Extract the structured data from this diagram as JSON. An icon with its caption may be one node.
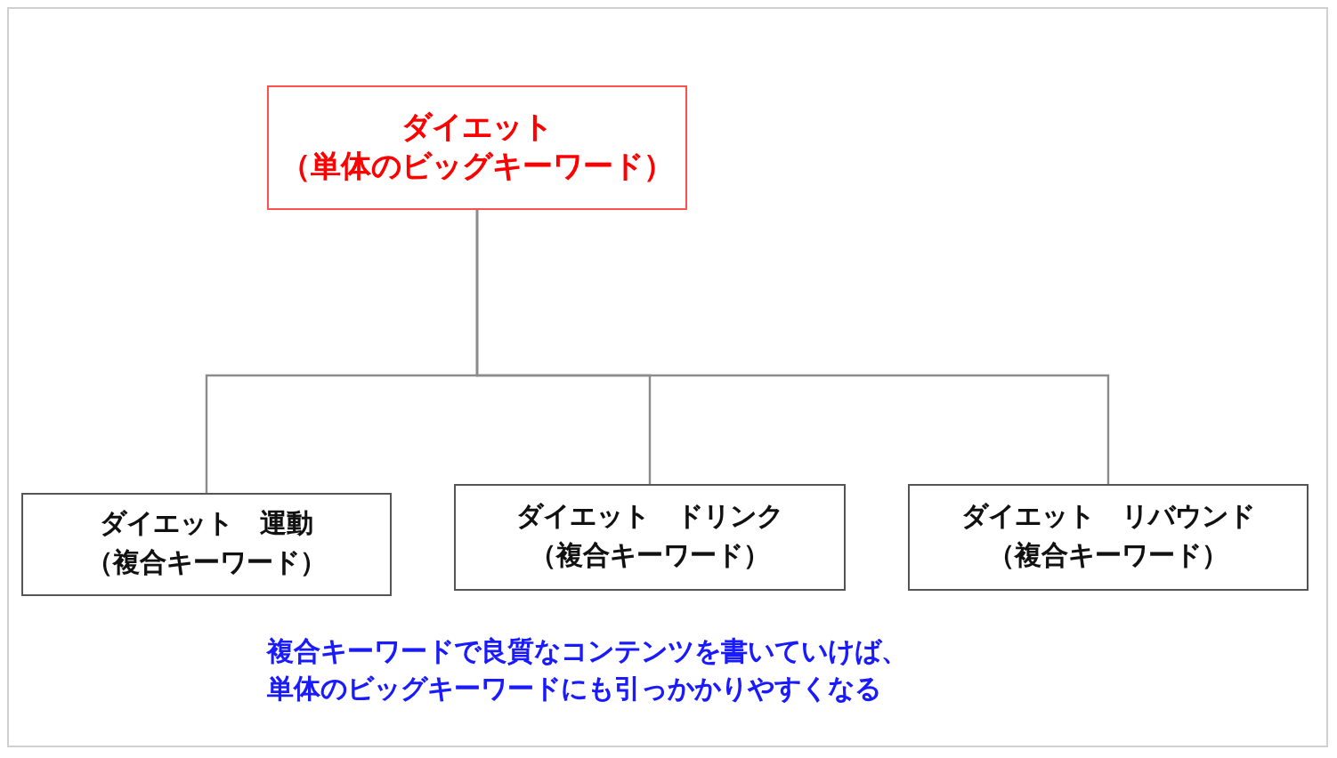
{
  "diagram": {
    "nodes": [
      {
        "text": [
          "ダイエット",
          "（単体のビッグキーワード）"
        ]
      },
      {
        "text": [
          "ダイエット　運動",
          "（複合キーワード）"
        ]
      },
      {
        "text": [
          "ダイエット　ドリンク",
          "（複合キーワード）"
        ]
      },
      {
        "text": [
          "ダイエット　リバウンド",
          "（複合キーワード）"
        ]
      }
    ],
    "edges": [
      {
        "from": 0,
        "to": 1,
        "arrow": "none"
      },
      {
        "from": 0,
        "to": 2,
        "arrow": "none"
      },
      {
        "from": 0,
        "to": 3,
        "arrow": "none"
      }
    ],
    "labels": [
      "複合キーワードで良質なコンテンツを書いていけば、単体のビッグキーワードにも引っかかりやすくなる"
    ]
  }
}
